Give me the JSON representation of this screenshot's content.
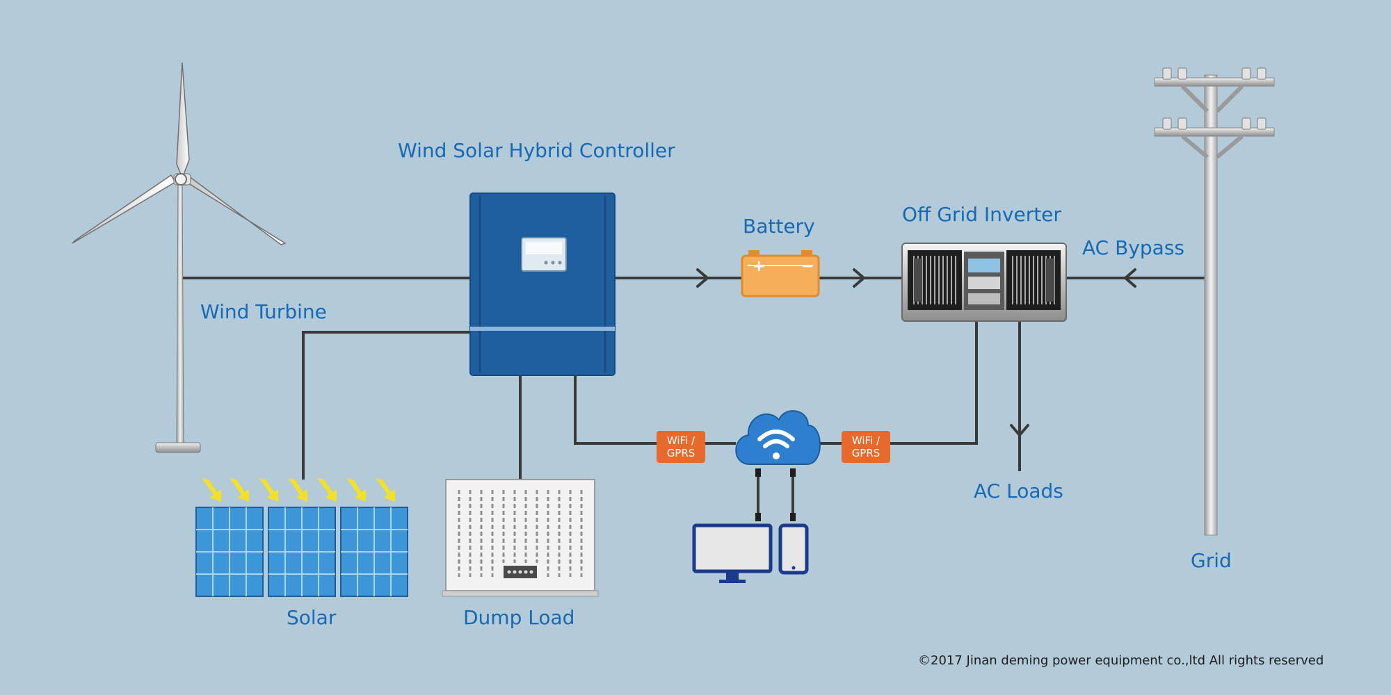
{
  "labels": {
    "controller": "Wind Solar Hybrid Controller",
    "battery": "Battery",
    "inverter": "Off Grid Inverter",
    "ac_bypass": "AC Bypass",
    "wind_turbine": "Wind Turbine",
    "solar": "Solar",
    "dump_load": "Dump Load",
    "ac_loads": "AC Loads",
    "grid": "Grid"
  },
  "badges": {
    "left": "WiFi / GPRS",
    "right": "WiFi / GPRS"
  },
  "copyright": "©2017 Jinan deming power equipment co.,ltd All rights reserved",
  "colors": {
    "background": "#b3cad9",
    "label": "#1869b4",
    "line": "#3a3a3a",
    "controller": "#1f5fa0",
    "battery": "#f5ae5c",
    "badge": "#e8692c",
    "solar_cell": "#3d96d8",
    "sun_arrow": "#f2e02a"
  }
}
